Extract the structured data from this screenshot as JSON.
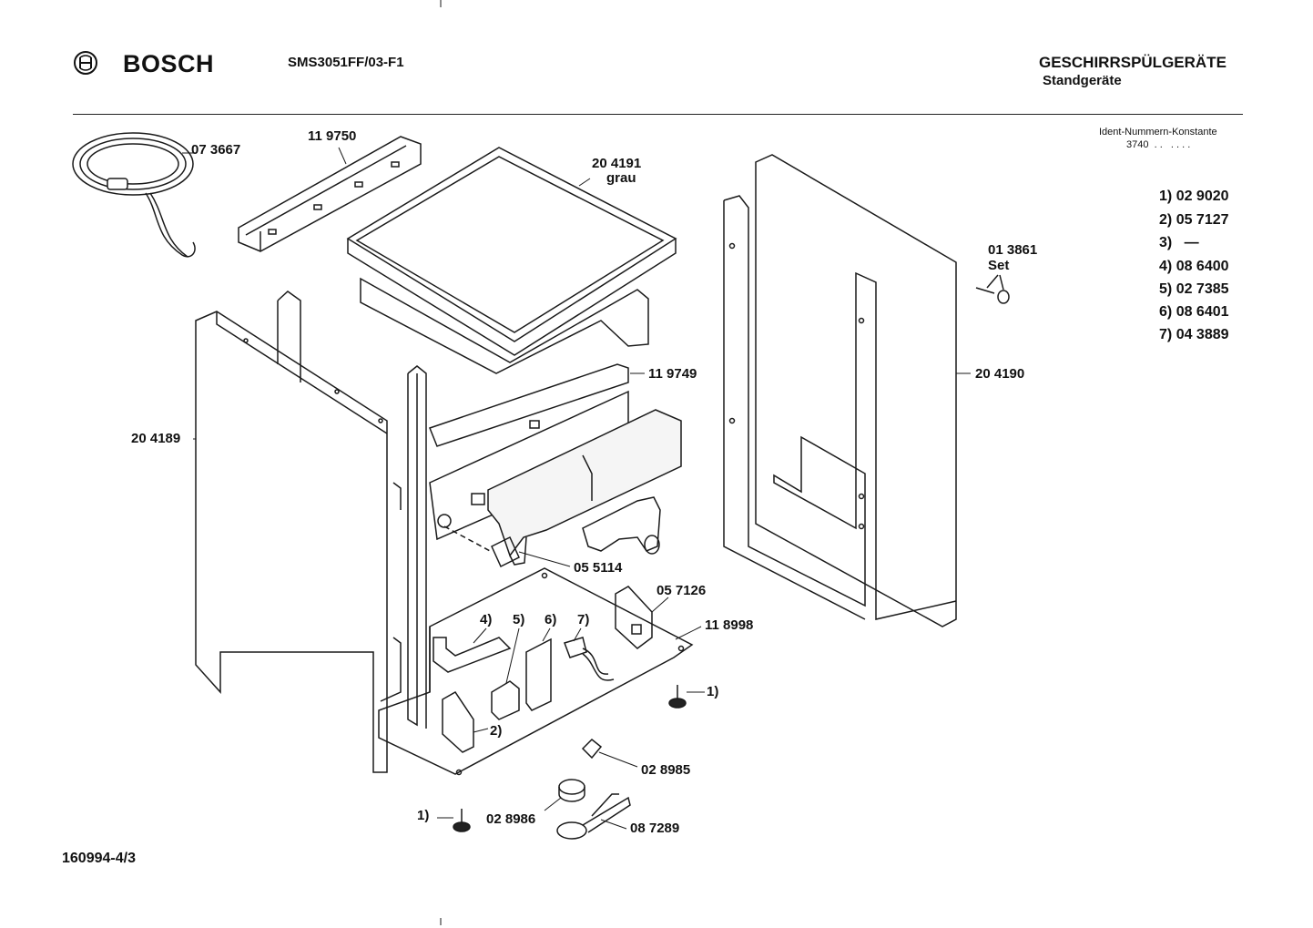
{
  "header": {
    "brand": "BOSCH",
    "model": "SMS3051FF/03-F1",
    "category": "GESCHIRRSPÜLGERÄTE",
    "subcategory": "Standgeräte"
  },
  "ident": {
    "title": "Ident-Nummern-Konstante",
    "code": "3740  . .   . . . ."
  },
  "variants": [
    {
      "key": "1)",
      "value": "02 9020"
    },
    {
      "key": "2)",
      "value": "05 7127"
    },
    {
      "key": "3)",
      "value": "—"
    },
    {
      "key": "4)",
      "value": "08 6400"
    },
    {
      "key": "5)",
      "value": "02 7385"
    },
    {
      "key": "6)",
      "value": "08 6401"
    },
    {
      "key": "7)",
      "value": "04 3889"
    }
  ],
  "parts": {
    "power_cord": "07 3667",
    "rail_top": "11 9750",
    "top_cover": "20 4191",
    "top_cover_color": "grau",
    "side_panel_right": "20 4190",
    "set_part": "01 3861",
    "set_word": "Set",
    "rear_rail": "11 9749",
    "side_panel_left": "20 4189",
    "lamp": "05 5114",
    "hinge_bracket": "05 7126",
    "base_plate": "11 8998",
    "foot_1": "1)",
    "foot_2": "1)",
    "hinge_2": "2)",
    "item_4": "4)",
    "item_5": "5)",
    "item_6": "6)",
    "item_7": "7)",
    "switch": "02 8985",
    "knob": "02 8986",
    "cable_set": "08 7289"
  },
  "footer": {
    "document": "160994-4/3"
  }
}
